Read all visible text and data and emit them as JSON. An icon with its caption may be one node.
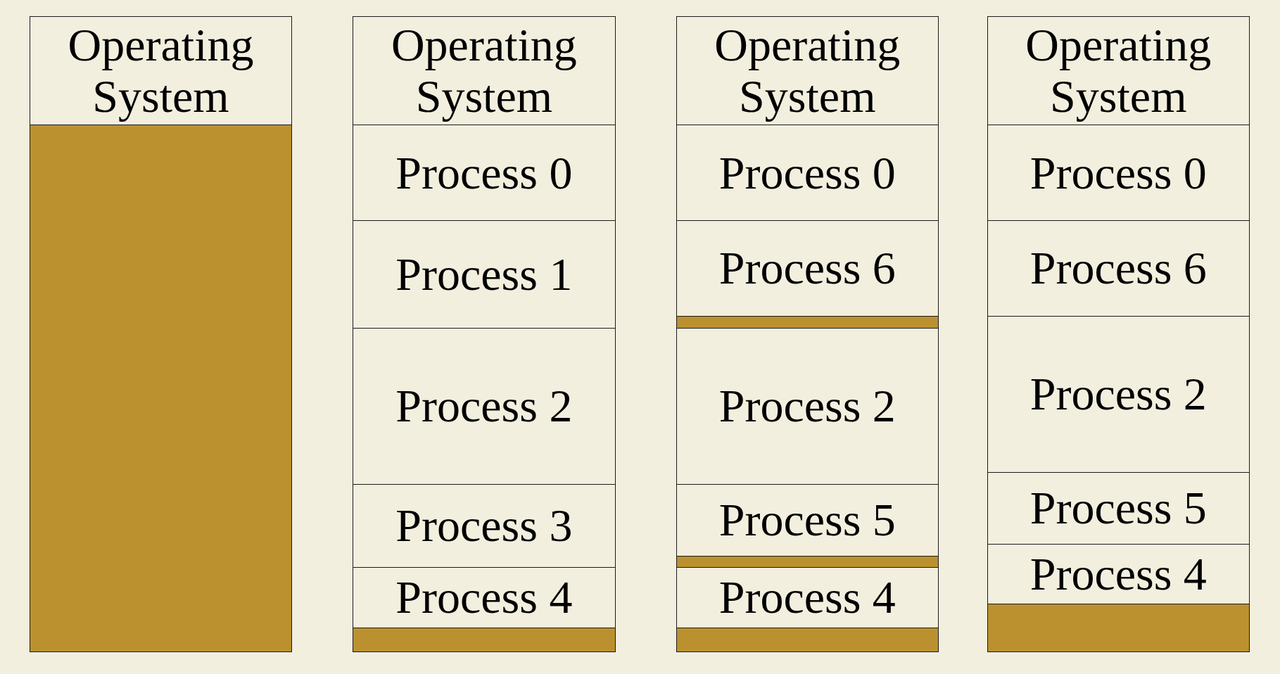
{
  "diagram": {
    "nodes": [
      {
        "text": [
          "Operating System"
        ]
      },
      {
        "text": [],
        "shape": "bar"
      },
      {
        "text": [
          "Operating System"
        ]
      },
      {
        "text": [
          "Process 0"
        ]
      },
      {
        "text": [
          "Process 1"
        ]
      },
      {
        "text": [
          "Process 2"
        ]
      },
      {
        "text": [
          "Process 3"
        ]
      },
      {
        "text": [
          "Process 4"
        ]
      },
      {
        "text": [],
        "shape": "bar"
      },
      {
        "text": [
          "Operating System"
        ]
      },
      {
        "text": [
          "Process 0"
        ]
      },
      {
        "text": [
          "Process 6"
        ]
      },
      {
        "text": [],
        "shape": "bar"
      },
      {
        "text": [
          "Process 2"
        ]
      },
      {
        "text": [
          "Process 5"
        ]
      },
      {
        "text": [],
        "shape": "bar"
      },
      {
        "text": [
          "Process 4"
        ]
      },
      {
        "text": [],
        "shape": "bar"
      },
      {
        "text": [
          "Operating System"
        ]
      },
      {
        "text": [
          "Process 0"
        ]
      },
      {
        "text": [
          "Process 6"
        ]
      },
      {
        "text": [
          "Process 2"
        ]
      },
      {
        "text": [
          "Process 5"
        ]
      },
      {
        "text": [
          "Process 4"
        ]
      },
      {
        "text": [],
        "shape": "bar"
      }
    ]
  }
}
